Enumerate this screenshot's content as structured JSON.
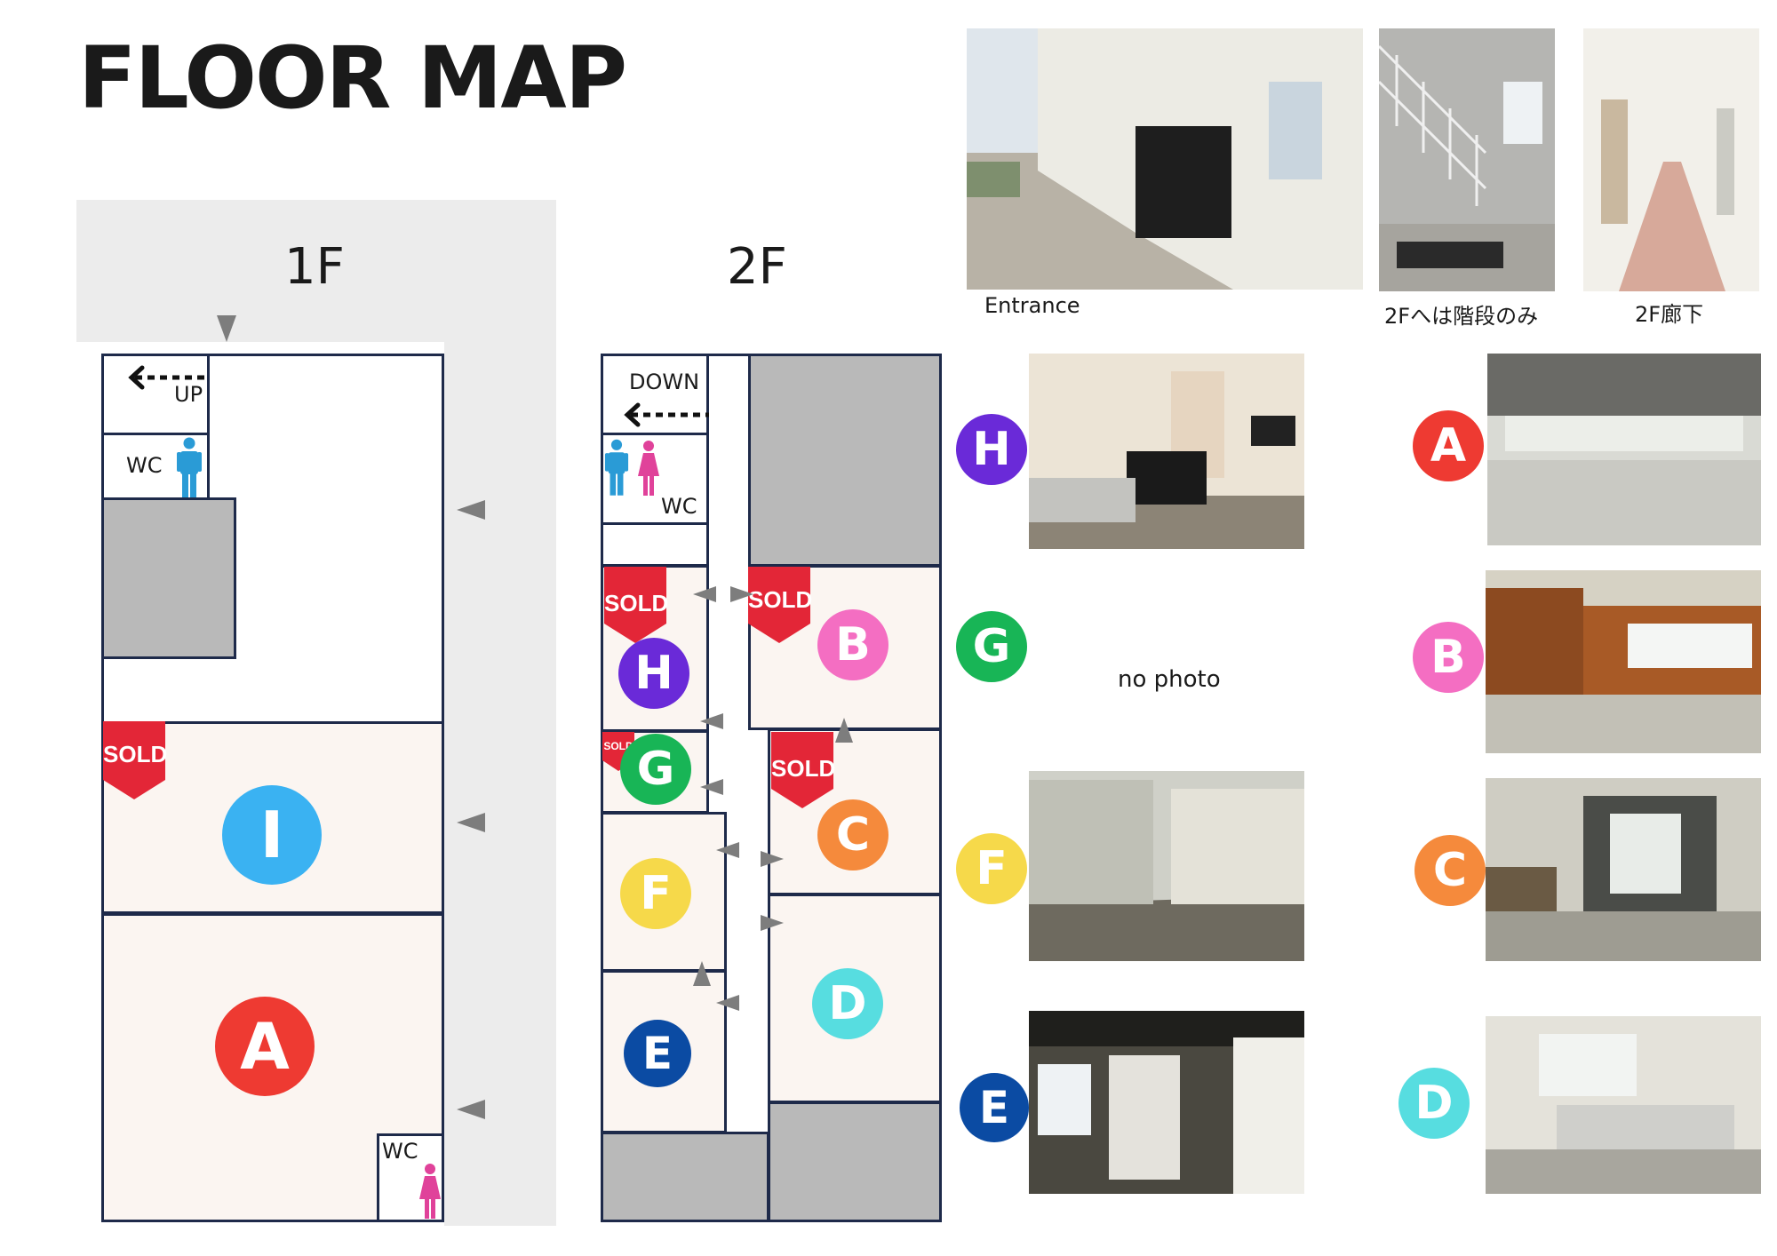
{
  "title": "FLOOR MAP",
  "floors": {
    "f1": "1F",
    "f2": "2F"
  },
  "labels": {
    "up": "UP",
    "down": "DOWN",
    "wc": "WC",
    "sold": "SOLD",
    "no_photo": "no photo"
  },
  "rooms": {
    "A": {
      "letter": "A",
      "color": "#ee3a32"
    },
    "B": {
      "letter": "B",
      "color": "#f46ec2"
    },
    "C": {
      "letter": "C",
      "color": "#f58a3c"
    },
    "D": {
      "letter": "D",
      "color": "#57dde0"
    },
    "E": {
      "letter": "E",
      "color": "#0b4ba3"
    },
    "F": {
      "letter": "F",
      "color": "#f6d94a"
    },
    "G": {
      "letter": "G",
      "color": "#18b556"
    },
    "H": {
      "letter": "H",
      "color": "#6a2ad8"
    },
    "I": {
      "letter": "I",
      "color": "#3ab2f2"
    }
  },
  "captions": {
    "entrance": "Entrance",
    "stairs": "2Fへは階段のみ",
    "corridor": "2F廊下"
  },
  "colors": {
    "sold": "#e32637",
    "wall": "#1e2a4a",
    "gray_room": "#b9b9b9",
    "room_fill": "#fbf5f1",
    "men": "#2a9bd6",
    "women": "#e0429a",
    "arrow": "#7d7d7d"
  }
}
